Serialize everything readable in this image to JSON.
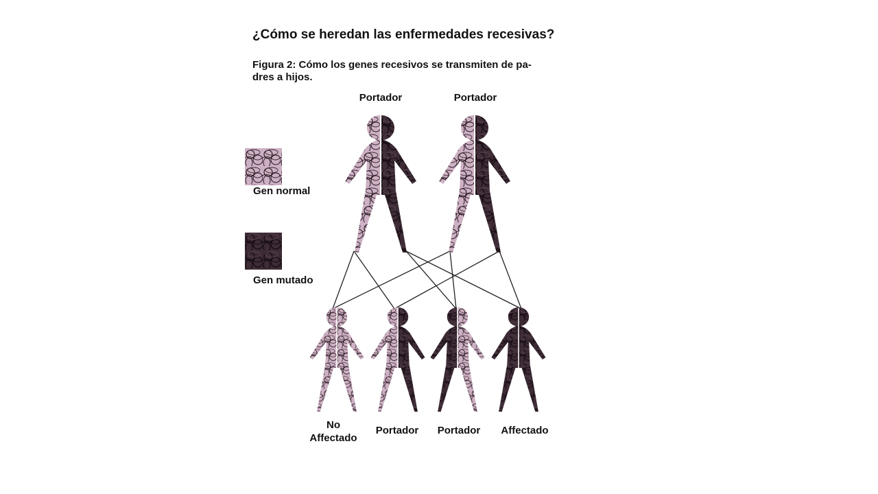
{
  "title": "¿Cómo se heredan las enfermedades recesivas?",
  "caption": "Figura 2: Cómo los genes recesivos se transmiten de padres a hijos.",
  "caption_line1": "Figura 2: Cómo los genes recesivos se transmiten de pa-",
  "caption_line2": "dres a hijos.",
  "legend": {
    "normal_label": "Gen normal",
    "mutated_label": "Gen mutado"
  },
  "colors": {
    "normal_base": "#cdb0c3",
    "mutated_base": "#3a2933",
    "scribble": "#1a0d15",
    "lines": "#222222"
  },
  "parents": [
    {
      "label": "Portador",
      "left": "normal",
      "right": "mutated"
    },
    {
      "label": "Portador",
      "left": "normal",
      "right": "mutated"
    }
  ],
  "children": [
    {
      "label_line1": "No",
      "label_line2": "Affectado",
      "left": "normal",
      "right": "normal"
    },
    {
      "label_line1": "",
      "label_line2": "Portador",
      "left": "normal",
      "right": "mutated"
    },
    {
      "label_line1": "",
      "label_line2": "Portador",
      "left": "mutated",
      "right": "normal"
    },
    {
      "label_line1": "",
      "label_line2": "Affectado",
      "left": "mutated",
      "right": "mutated"
    }
  ]
}
